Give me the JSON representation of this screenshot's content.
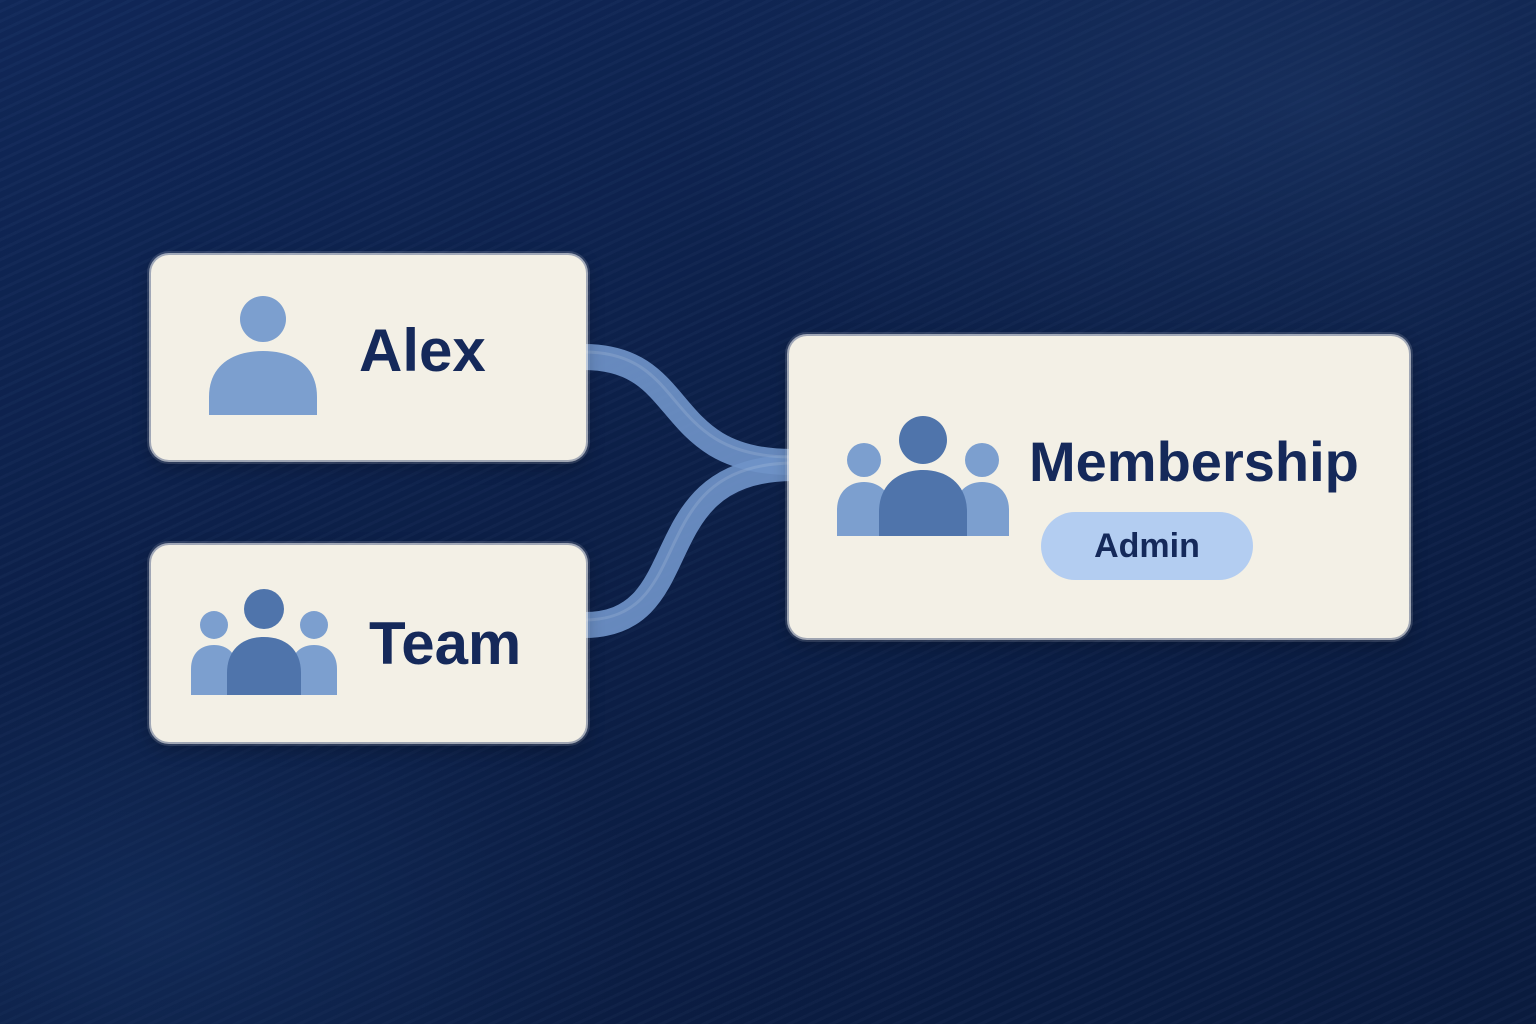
{
  "diagram": {
    "nodes": {
      "alex": {
        "label": "Alex",
        "icon": "user-icon"
      },
      "team": {
        "label": "Team",
        "icon": "group-icon"
      },
      "membership": {
        "label": "Membership",
        "icon": "group-icon",
        "role_badge": "Admin"
      }
    },
    "edges": [
      {
        "from": "alex",
        "to": "membership"
      },
      {
        "from": "team",
        "to": "membership"
      }
    ]
  },
  "colors": {
    "background": "#0d2147",
    "card": "#f3f0e6",
    "text": "#15295a",
    "connector": "#6f93c8",
    "icon_light": "#7c9fcf",
    "icon_dark": "#4f74ab",
    "badge": "#b3cdf1"
  }
}
